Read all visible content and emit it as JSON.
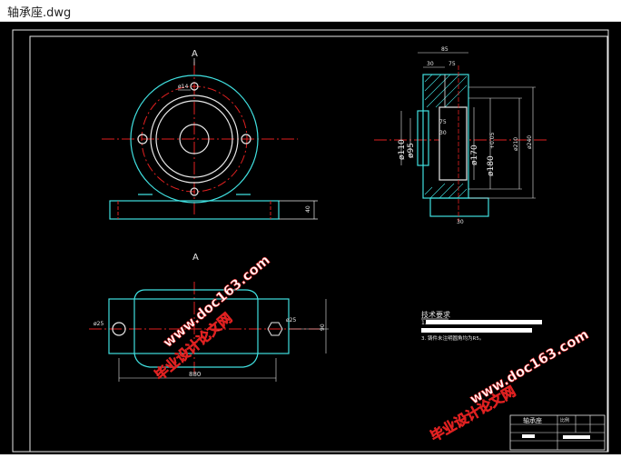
{
  "window": {
    "title": "轴承座.dwg"
  },
  "drawing": {
    "section_label_top": "A",
    "section_label_mid": "A",
    "dims": {
      "hole_callout": "ø14",
      "d110": "ø110",
      "d95": "ø95",
      "d170": "ø170",
      "d180": "ø180",
      "tol": "+0.05",
      "top_85": "85",
      "top_30": "30",
      "top_75": "75",
      "inner_30": "30",
      "inner_75": "75",
      "right_a": "ø210",
      "right_b": "ø240",
      "right_40": "40",
      "bottom_30": "30",
      "plan_hole_left": "ø25",
      "plan_hole_right": "ø25",
      "plan_len": "880",
      "plan_h": "90"
    },
    "notes": {
      "heading": "技术要求",
      "line1": "1.",
      "line3": "3. 铸件未注明圆角均为R5。"
    },
    "title_block": {
      "name": "轴承座",
      "scale": "比例"
    },
    "watermark": {
      "cn": "毕业设计论文网",
      "url": "www.doc163.com"
    }
  }
}
